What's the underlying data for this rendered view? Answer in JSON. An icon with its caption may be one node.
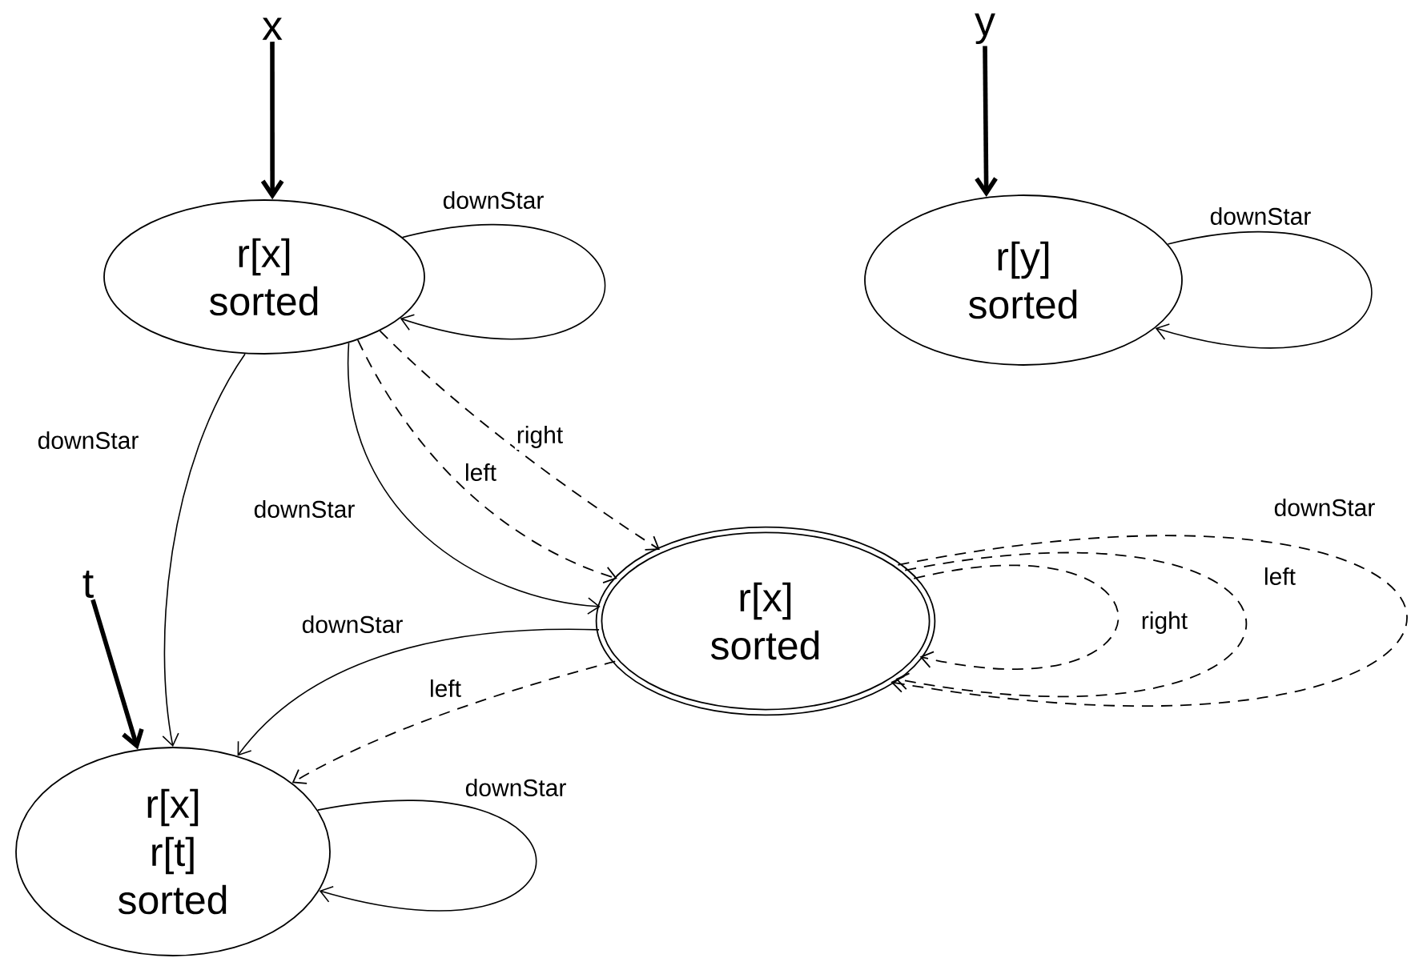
{
  "diagram": {
    "nodes": [
      {
        "text": [
          "x"
        ]
      },
      {
        "text": [
          "y"
        ]
      },
      {
        "text": [
          "r[x]",
          "sorted"
        ]
      },
      {
        "text": [
          "r[y]",
          "sorted"
        ]
      },
      {
        "text": [
          "r[x]",
          "sorted"
        ]
      },
      {
        "text": [
          "t"
        ]
      },
      {
        "text": [
          "r[x]",
          "r[t]",
          "sorted"
        ]
      }
    ],
    "edges": [
      {
        "from": 0,
        "to": 2,
        "arrow": "to",
        "style": "thick"
      },
      {
        "from": 1,
        "to": 3,
        "arrow": "to",
        "style": "thick"
      },
      {
        "from": 5,
        "to": 6,
        "arrow": "to",
        "style": "thick"
      },
      {
        "from": 2,
        "to": 2,
        "arrow": "to",
        "label": "downStar"
      },
      {
        "from": 3,
        "to": 3,
        "arrow": "to",
        "label": "downStar"
      },
      {
        "from": 2,
        "to": 6,
        "arrow": "to",
        "label": "downStar"
      },
      {
        "from": 2,
        "to": 4,
        "arrow": "to",
        "label": "downStar"
      },
      {
        "from": 2,
        "to": 4,
        "arrow": "to",
        "label": "left",
        "style": "dashed"
      },
      {
        "from": 2,
        "to": 4,
        "arrow": "to",
        "label": "right",
        "style": "dashed"
      },
      {
        "from": 4,
        "to": 6,
        "arrow": "to",
        "label": "downStar"
      },
      {
        "from": 4,
        "to": 6,
        "arrow": "to",
        "label": "left",
        "style": "dashed"
      },
      {
        "from": 4,
        "to": 4,
        "arrow": "to",
        "label": "right",
        "style": "dashed"
      },
      {
        "from": 4,
        "to": 4,
        "arrow": "to",
        "label": "left",
        "style": "dashed"
      },
      {
        "from": 4,
        "to": 4,
        "arrow": "to",
        "label": "downStar",
        "style": "dashed"
      },
      {
        "from": 6,
        "to": 6,
        "arrow": "to",
        "label": "downStar"
      }
    ]
  }
}
